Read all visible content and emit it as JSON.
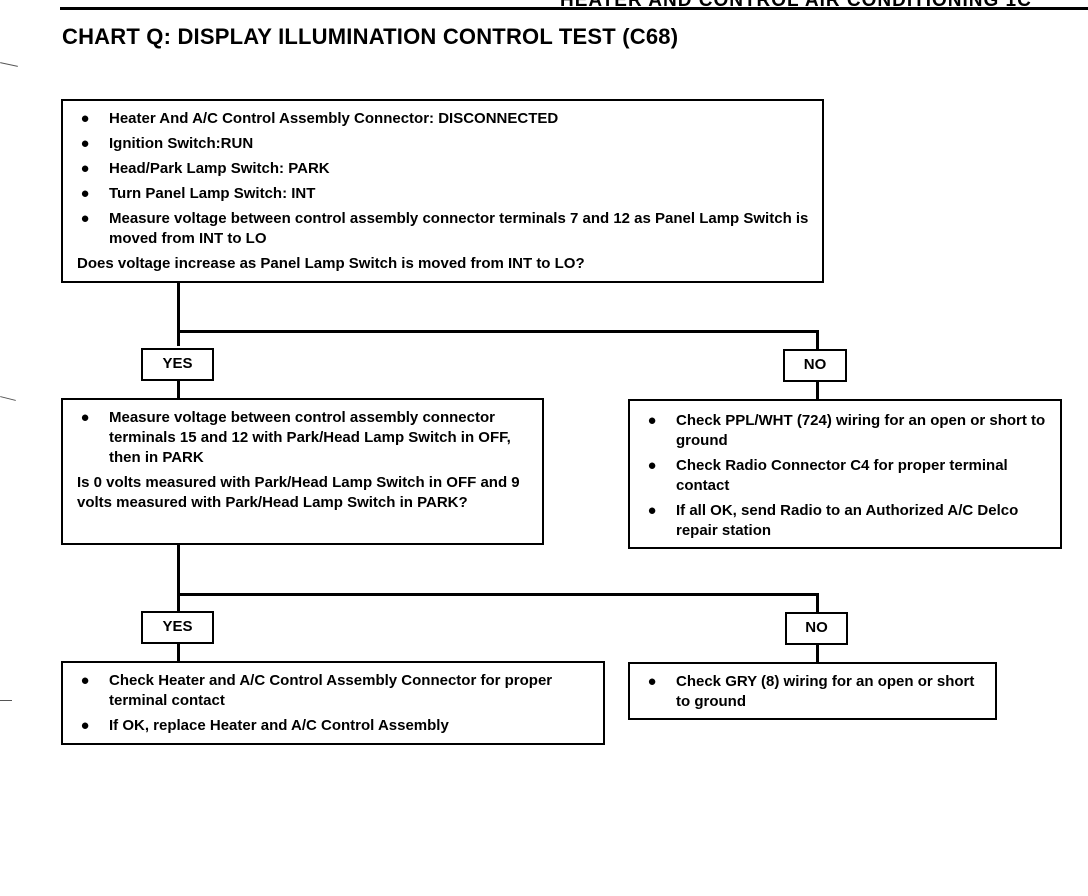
{
  "header": {
    "clipped_text": "HEATER AND CONTROL AIR CONDITIONING 1C"
  },
  "title": "CHART Q: DISPLAY ILLUMINATION CONTROL TEST (C68)",
  "box1": {
    "items": [
      "Heater And A/C Control Assembly Connector: DISCONNECTED",
      "Ignition Switch:RUN",
      "Head/Park Lamp Switch: PARK",
      "Turn Panel Lamp Switch: INT",
      "Measure voltage between control assembly connector terminals 7 and 12 as Panel Lamp Switch is moved from INT to LO"
    ],
    "question": "Does voltage increase as Panel Lamp Switch is moved from INT to LO?"
  },
  "branch1": {
    "yes": "YES",
    "no": "NO"
  },
  "box2": {
    "items": [
      "Measure voltage between control assembly connector terminals 15 and 12 with Park/Head Lamp Switch in OFF, then in PARK"
    ],
    "question": "Is 0 volts measured with Park/Head Lamp Switch in OFF and 9 volts measured with Park/Head Lamp Switch in PARK?"
  },
  "box3": {
    "items": [
      "Check PPL/WHT (724) wiring for an open or short to ground",
      "Check Radio Connector C4 for proper terminal contact",
      "If all OK, send Radio to an Authorized A/C Delco repair station"
    ]
  },
  "branch2": {
    "yes": "YES",
    "no": "NO"
  },
  "box4": {
    "items": [
      "Check Heater and A/C Control Assembly Connector for proper terminal contact",
      "If OK, replace Heater and A/C Control Assembly"
    ]
  },
  "box5": {
    "items": [
      "Check GRY (8) wiring for an open or short to ground"
    ]
  },
  "bullet_glyph": "●"
}
